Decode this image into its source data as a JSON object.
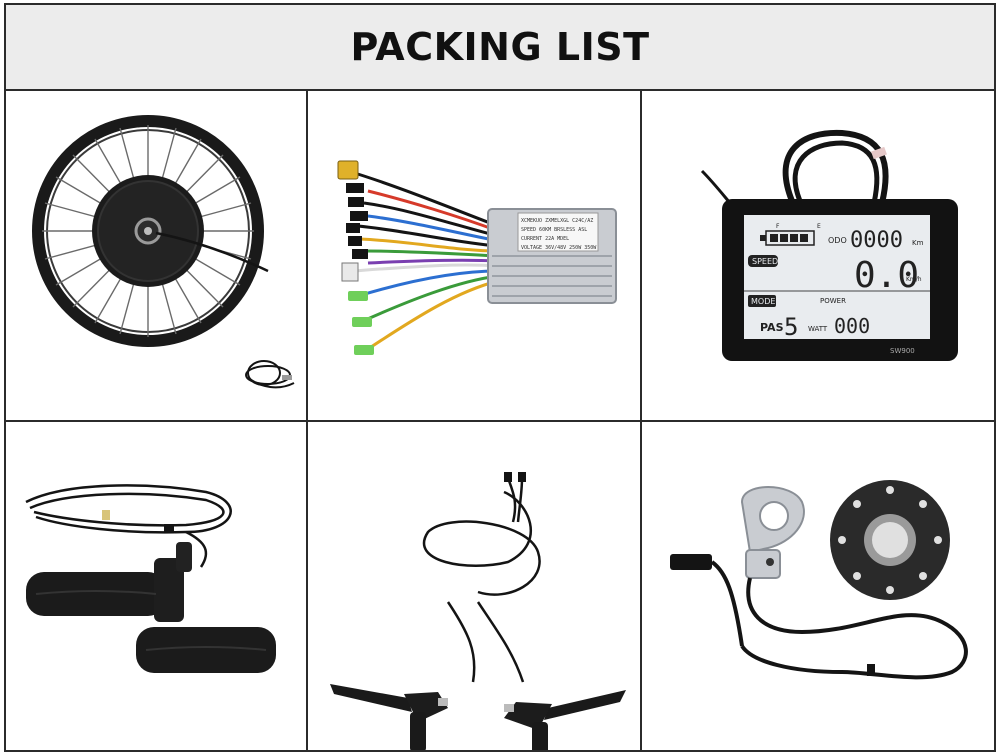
{
  "header": {
    "title": "PACKING LIST"
  },
  "items": [
    {
      "label": "hub-motor-wheel"
    },
    {
      "label": "controller"
    },
    {
      "label": "lcd-display"
    },
    {
      "label": "throttle-grips"
    },
    {
      "label": "brake-levers"
    },
    {
      "label": "pas-sensor"
    }
  ],
  "controller": {
    "sticker_lines": [
      "XCMEKUO ZXMELXGL C24C/AZ",
      "SPEED 60KM   BRSLESS ASL",
      "CURRENT 22A   MDEL",
      "VOLTAGE 36V/48V 250W 350W"
    ]
  },
  "display": {
    "battery_labels": {
      "empty": "E",
      "full": "F"
    },
    "odo_label": "ODO",
    "odo_value": "0000",
    "odo_unit": "Km",
    "speed_label": "SPEED",
    "speed_value": "0.0",
    "speed_unit": "Km/h",
    "mode_label": "MODE",
    "power_label": "POWER",
    "pas_label": "PAS",
    "pas_value": "5",
    "watt_label": "WATT",
    "watt_value": "000",
    "model": "SW900"
  },
  "colors": {
    "cable": "#141414",
    "aluminum": "#c9ccd1",
    "lcd_bg": "#e9ecef",
    "bezel": "#121212",
    "connector_green": "#6fcf5a",
    "connector_yellow": "#e8b92a"
  }
}
